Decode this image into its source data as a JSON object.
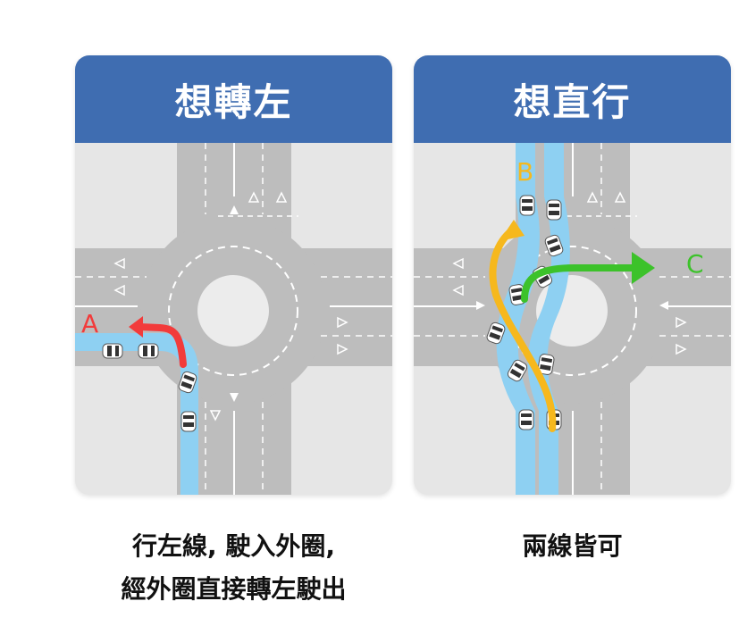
{
  "panels": [
    {
      "title": "想轉左",
      "caption_lines": [
        "行左線, 駛入外圈,",
        "經外圈直接轉左駛出"
      ],
      "route_labels": {
        "a": "A"
      },
      "route_colors": {
        "a": "#f23b3b"
      }
    },
    {
      "title": "想直行",
      "caption_lines": [
        "兩線皆可"
      ],
      "route_labels": {
        "b": "B",
        "c": "C"
      },
      "route_colors": {
        "b": "#f6b81d",
        "c": "#3cc22a"
      }
    }
  ],
  "colors": {
    "header": "#3f6db1",
    "road": "#bdbdbd",
    "background": "#e6e6e6",
    "lane_highlight": "#8ed0f2",
    "island": "#ececec"
  },
  "icons": [
    "car-icon",
    "lane-arrow-icon"
  ]
}
